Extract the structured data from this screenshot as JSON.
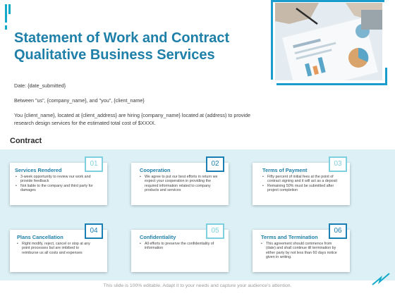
{
  "title": "Statement of Work and Contract Qualitative Business Services",
  "date_line": "Date: {date_submitted}",
  "between_line": "Between \"us\", {company_name}, and \"you\", {client_name}",
  "intro": "You {client_name}, located at {client_address} are hiring {company_name} located at (address) to provide research design services for the estimated total cost of $XXXX.",
  "contract_heading": "Contract",
  "cards": [
    {
      "number": "01",
      "title": "Services Rendered",
      "bullets": [
        "3-week opportunity to review our work and provide feedback",
        "Not liable to the company and third party for damages"
      ]
    },
    {
      "number": "02",
      "title": "Cooperation",
      "bullets": [
        "We agree to put our best efforts in return we expect your cooperation in providing the required information related to company products and services"
      ]
    },
    {
      "number": "03",
      "title": "Terms of Payment",
      "bullets": [
        "Fifty percent of initial fees at the point of contract signing and it will act as a deposit",
        "Remaining 50% must be submitted after project completion"
      ]
    },
    {
      "number": "04",
      "title": "Plans Cancellation",
      "bullets": [
        "Right modify, reject, cancel or stop at any point processes but are imbibed to reimburse us all costs and expenses"
      ]
    },
    {
      "number": "05",
      "title": "Confidentiality",
      "bullets": [
        "All efforts to preserve the confidentiality of information"
      ]
    },
    {
      "number": "06",
      "title": "Terms and Termination",
      "bullets": [
        "This agreement should commence from (date) and shall continue till termination by either party by not less than 60 days notice given in writing."
      ]
    }
  ],
  "footer": "This slide is 100% editable. Adapt it to your needs and capture your audience's attention.",
  "colors": {
    "accent": "#13a9c9",
    "title": "#1e7fa8",
    "panel": "#dcf0f6",
    "badge_light": "#7fd0de",
    "badge_dark": "#1a7fb2"
  },
  "image": "business-documents-photo"
}
